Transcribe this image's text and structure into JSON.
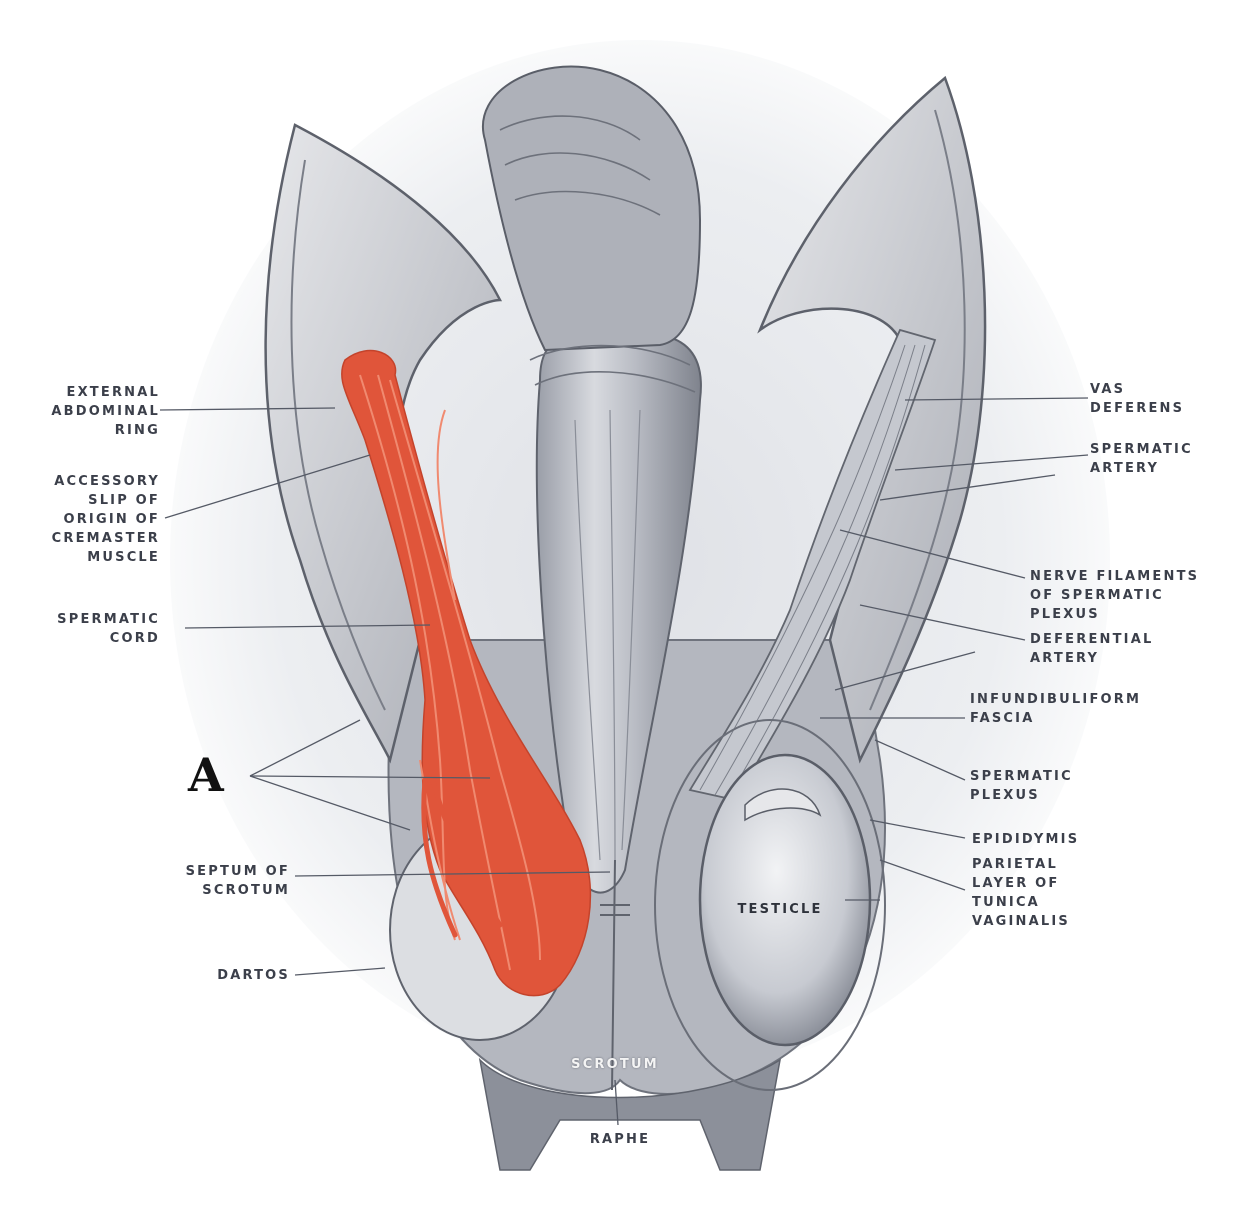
{
  "colors": {
    "background": "#ffffff",
    "tissue": "#c9ccd3",
    "tissue_dark": "#8e929c",
    "ink": "#3b3f4a",
    "highlight": "#e0553a"
  },
  "labels": {
    "external_abdominal_ring": "EXTERNAL\nABDOMINAL\nRING",
    "accessory_slip": "ACCESSORY\nSLIP OF\nORIGIN OF\nCREMASTER\nMUSCLE",
    "spermatic_cord": "SPERMATIC\nCORD",
    "marker_a": "A",
    "septum_of_scrotum": "SEPTUM OF\nSCROTUM",
    "dartos": "DARTOS",
    "raphe": "RAPHE",
    "scrotum": "SCROTUM",
    "testicle": "TESTICLE",
    "vas_deferens": "VAS\nDEFERENS",
    "spermatic_artery": "SPERMATIC\nARTERY",
    "nerve_filaments": "NERVE FILAMENTS\nOF SPERMATIC\nPLEXUS",
    "deferential_artery": "DEFERENTIAL\nARTERY",
    "infundibuliform_fascia": "INFUNDIBULIFORM\nFASCIA",
    "spermatic_plexus": "SPERMATIC\nPLEXUS",
    "epididymis": "EPIDIDYMIS",
    "parietal_layer": "PARIETAL\nLAYER OF\nTUNICA\nVAGINALIS"
  }
}
